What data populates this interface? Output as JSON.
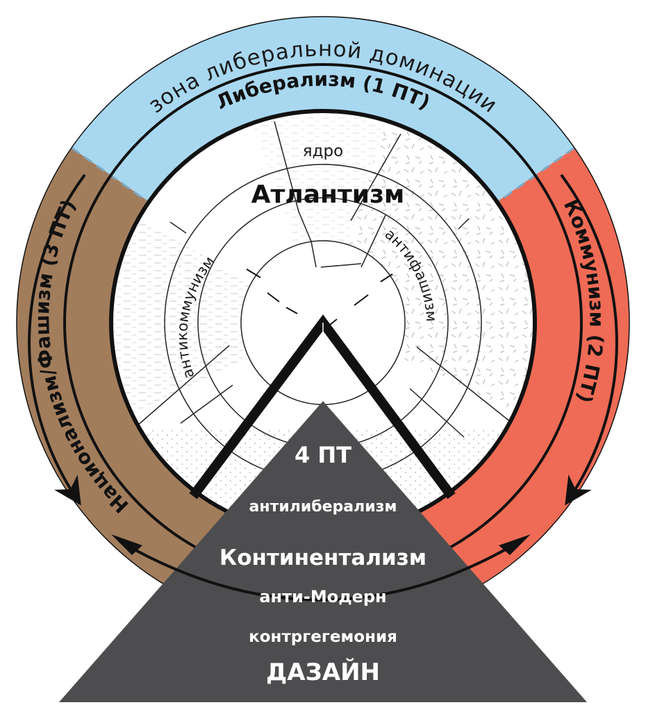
{
  "outer_zone_label": "зона либеральной доминации",
  "ring_labels": {
    "liberalism": "Либерализм (1 ПТ)",
    "communism": "Коммунизм (2 ПТ)",
    "fascism": "Национализм/Фашизм (3 ПТ)"
  },
  "inner": {
    "core": "ядро",
    "atlantism": "Атлантизм",
    "anticommunism": "антикоммунизм",
    "antifascism": "антифашизм"
  },
  "triangle": {
    "line1": "4 ПТ",
    "line2": "антилиберализм",
    "line3": "Континентализм",
    "line4": "анти-Модерн",
    "line5": "контргегемония",
    "line6": "ДАЗАЙН"
  },
  "colors": {
    "liberal_blue": "#a8d8f0",
    "communism_red": "#ef6b55",
    "fascism_brown": "#a27d5c",
    "triangle_gray": "#4d4d4f",
    "stroke": "#111111"
  }
}
